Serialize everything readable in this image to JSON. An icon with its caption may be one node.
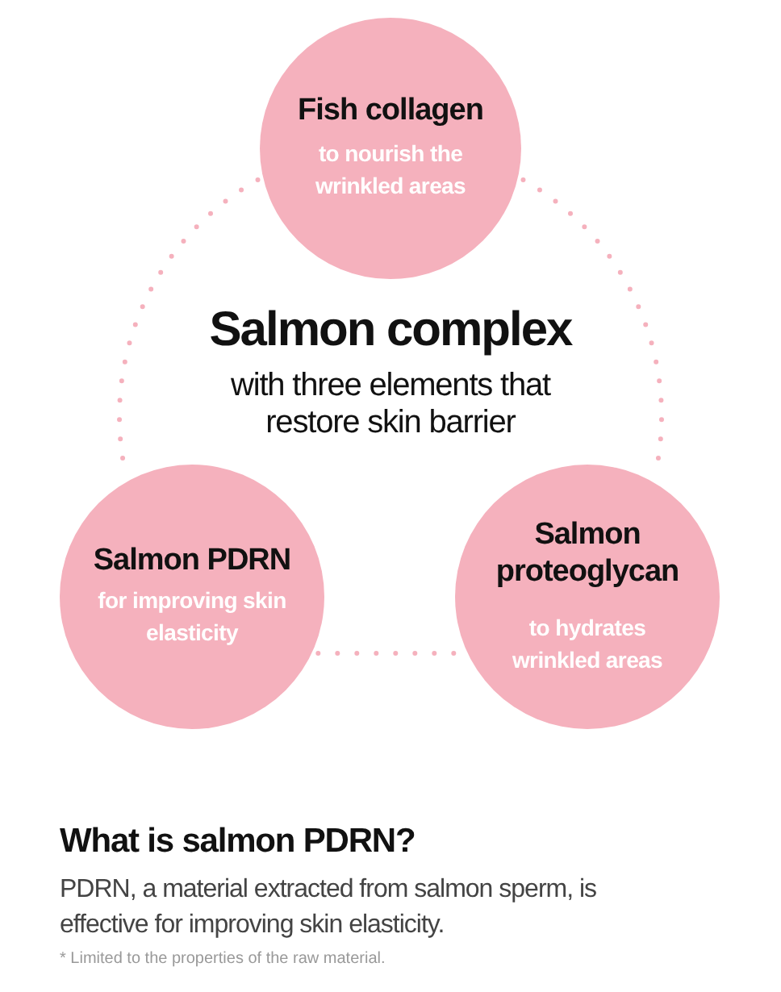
{
  "diagram": {
    "nodes": [
      {
        "text": [
          "Fish collagen",
          "to nourish the wrinkled areas"
        ]
      },
      {
        "text": [
          "Salmon PDRN",
          "for improving skin elasticity"
        ]
      },
      {
        "text": [
          "Salmon proteoglycan",
          "to hydrates wrinkled areas"
        ]
      }
    ],
    "edges": [
      {
        "from": 0,
        "to": 1,
        "arrow": "none",
        "style": "dashed"
      },
      {
        "from": 0,
        "to": 2,
        "arrow": "none",
        "style": "dashed"
      },
      {
        "from": 1,
        "to": 2,
        "arrow": "none",
        "style": "dashed"
      }
    ],
    "labels": [
      "Salmon complex",
      "with three elements that restore skin barrier",
      "What is salmon PDRN?",
      "PDRN, a material extracted from salmon sperm, is effective for improving skin elasticity.",
      "* Limited to the properties of the raw material."
    ]
  }
}
